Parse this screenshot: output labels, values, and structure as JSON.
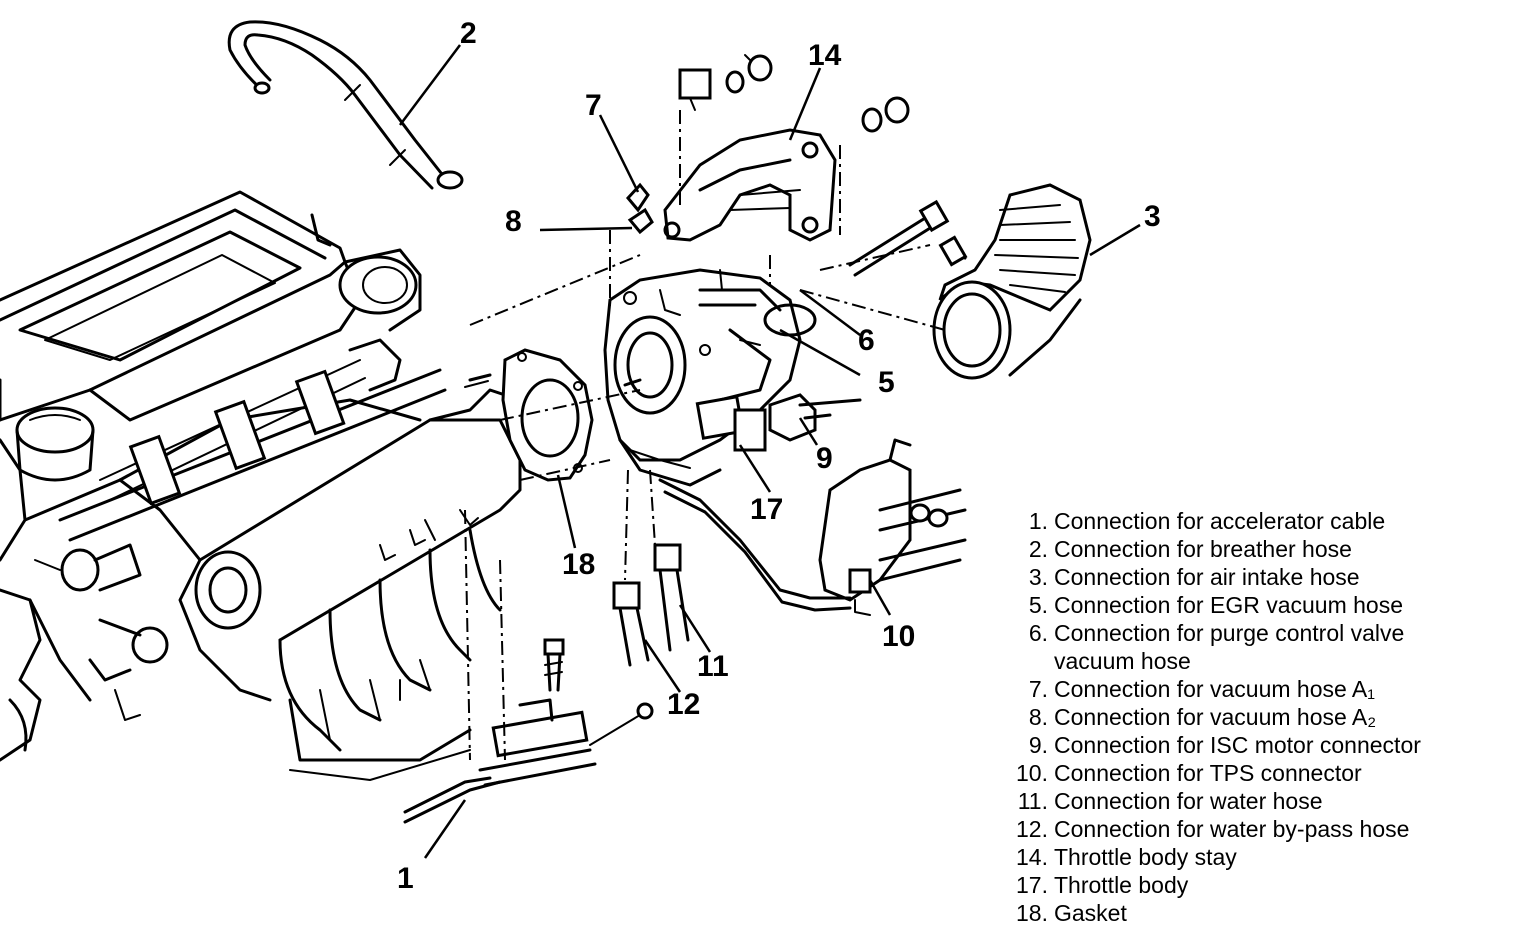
{
  "callouts": {
    "c1": "1",
    "c2": "2",
    "c3": "3",
    "c5": "5",
    "c6": "6",
    "c7": "7",
    "c8": "8",
    "c9": "9",
    "c10": "10",
    "c11": "11",
    "c12": "12",
    "c14": "14",
    "c17": "17",
    "c18": "18"
  },
  "legend": [
    {
      "num": "1.",
      "text": "Connection for accelerator cable"
    },
    {
      "num": "2.",
      "text": "Connection for breather hose"
    },
    {
      "num": "3.",
      "text": "Connection for air intake hose"
    },
    {
      "num": "5.",
      "text": "Connection for EGR vacuum hose"
    },
    {
      "num": "6.",
      "text": "Connection for purge control valve"
    },
    {
      "num": "",
      "text": "vacuum hose"
    },
    {
      "num": "7.",
      "text": "Connection for vacuum hose A₁"
    },
    {
      "num": "8.",
      "text": "Connection for vacuum hose A₂"
    },
    {
      "num": "9.",
      "text": "Connection for ISC motor connector"
    },
    {
      "num": "10.",
      "text": "Connection for TPS connector"
    },
    {
      "num": "11.",
      "text": "Connection for water hose"
    },
    {
      "num": "12.",
      "text": "Connection for water by-pass hose"
    },
    {
      "num": "14.",
      "text": "Throttle body stay"
    },
    {
      "num": "17.",
      "text": "Throttle body"
    },
    {
      "num": "18.",
      "text": "Gasket"
    }
  ]
}
